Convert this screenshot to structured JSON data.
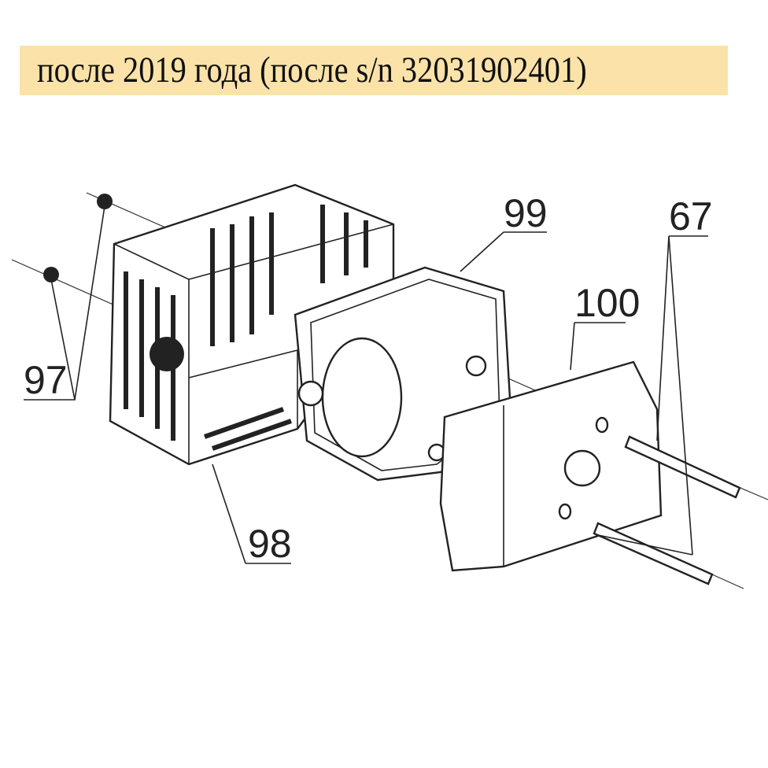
{
  "header": {
    "title": "после 2019 года (после s/n 32031902401)"
  },
  "callouts": {
    "nut": "97",
    "guard": "98",
    "muffler": "99",
    "gasket": "100",
    "stud": "67"
  }
}
